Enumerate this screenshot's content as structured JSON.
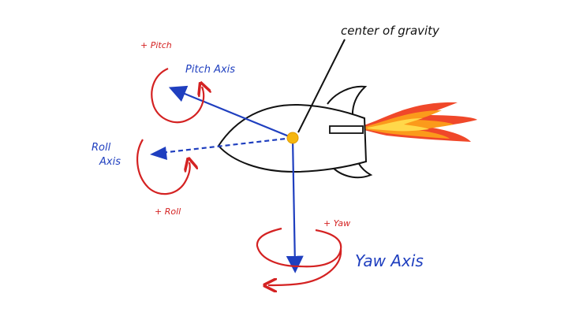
{
  "labels": {
    "center_of_gravity": "center of gravity",
    "pitch_axis": "Pitch Axis",
    "plus_pitch": "+ Pitch",
    "roll_axis_line1": "Roll",
    "roll_axis_line2": "Axis",
    "plus_roll": "+ Roll",
    "plus_yaw": "+ Yaw",
    "yaw_axis": "Yaw Axis"
  },
  "colors": {
    "axis_blue": "#1f3fbf",
    "rotation_red": "#d42222",
    "outline_black": "#111111",
    "cog_yellow": "#f5b60f",
    "flame_red": "#f0482a",
    "flame_orange": "#fb9a1b",
    "flame_yellow": "#ffd84a"
  }
}
